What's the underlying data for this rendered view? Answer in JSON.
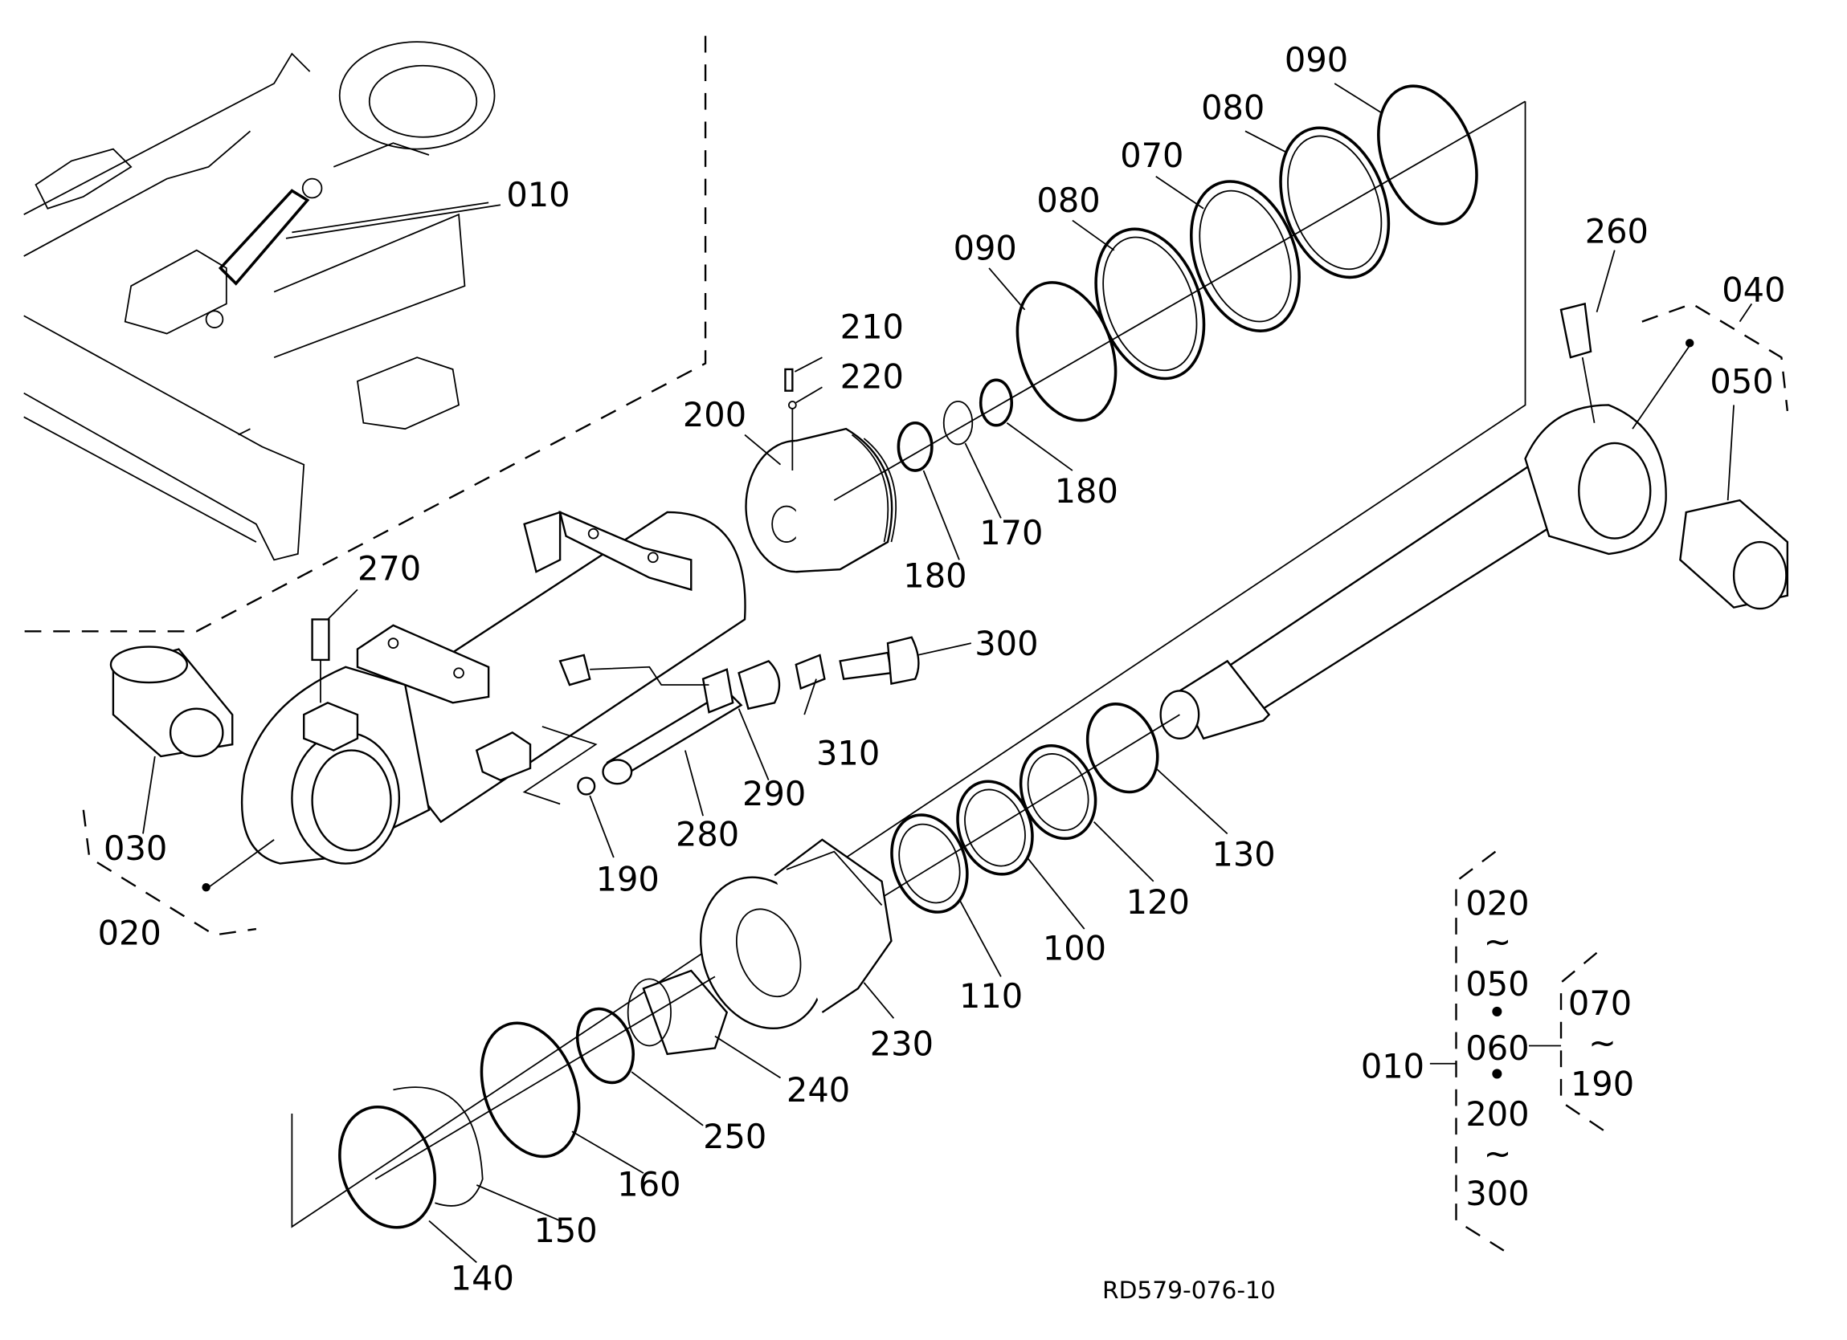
{
  "diagram": {
    "type": "exploded parts diagram",
    "subject": "hydraulic cylinder assembly",
    "drawing_code": "RD579-076-10",
    "callouts": [
      {
        "id": "c010-inset",
        "label": "010"
      },
      {
        "id": "c020",
        "label": "020"
      },
      {
        "id": "c030",
        "label": "030"
      },
      {
        "id": "c040",
        "label": "040"
      },
      {
        "id": "c050",
        "label": "050"
      },
      {
        "id": "c070",
        "label": "070"
      },
      {
        "id": "c080a",
        "label": "080"
      },
      {
        "id": "c080b",
        "label": "080"
      },
      {
        "id": "c090a",
        "label": "090"
      },
      {
        "id": "c090b",
        "label": "090"
      },
      {
        "id": "c100",
        "label": "100"
      },
      {
        "id": "c110",
        "label": "110"
      },
      {
        "id": "c120",
        "label": "120"
      },
      {
        "id": "c130",
        "label": "130"
      },
      {
        "id": "c140",
        "label": "140"
      },
      {
        "id": "c150",
        "label": "150"
      },
      {
        "id": "c160",
        "label": "160"
      },
      {
        "id": "c170",
        "label": "170"
      },
      {
        "id": "c180a",
        "label": "180"
      },
      {
        "id": "c180b",
        "label": "180"
      },
      {
        "id": "c190",
        "label": "190"
      },
      {
        "id": "c200",
        "label": "200"
      },
      {
        "id": "c210",
        "label": "210"
      },
      {
        "id": "c220",
        "label": "220"
      },
      {
        "id": "c230",
        "label": "230"
      },
      {
        "id": "c240",
        "label": "240"
      },
      {
        "id": "c250",
        "label": "250"
      },
      {
        "id": "c260",
        "label": "260"
      },
      {
        "id": "c270",
        "label": "270"
      },
      {
        "id": "c280",
        "label": "280"
      },
      {
        "id": "c290",
        "label": "290"
      },
      {
        "id": "c300",
        "label": "300"
      },
      {
        "id": "c310",
        "label": "310"
      }
    ],
    "assembly_legend": {
      "parent": "010",
      "group_main": [
        "020",
        "~",
        "050",
        "•",
        "060",
        "•",
        "200",
        "~",
        "300"
      ],
      "group_sub": [
        "070",
        "~",
        "190"
      ]
    }
  }
}
